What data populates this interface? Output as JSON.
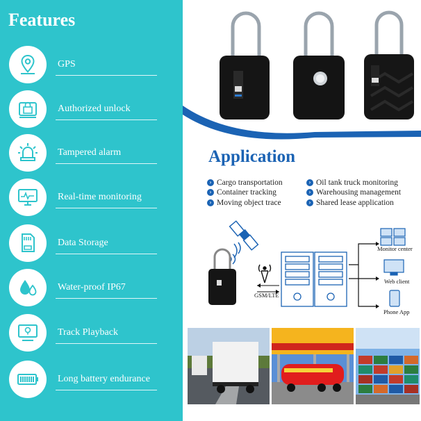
{
  "features": {
    "title": "Features",
    "items": [
      {
        "label": "GPS",
        "icon": "location-pin-icon"
      },
      {
        "label": "Authorized unlock",
        "icon": "padlock-icon"
      },
      {
        "label": "Tampered alarm",
        "icon": "alarm-light-icon"
      },
      {
        "label": "Real-time monitoring",
        "icon": "monitor-pulse-icon"
      },
      {
        "label": "Data Storage",
        "icon": "sd-card-icon"
      },
      {
        "label": "Water-proof IP67",
        "icon": "water-drops-icon"
      },
      {
        "label": "Track Playback",
        "icon": "map-screen-icon"
      },
      {
        "label": "Long battery endurance",
        "icon": "battery-icon"
      }
    ]
  },
  "application": {
    "title": "Application",
    "left_items": [
      "Cargo transportation",
      "Container tracking",
      "Moving object trace"
    ],
    "right_items": [
      "Oil tank truck monitoring",
      "Warehousing management",
      "Shared lease application"
    ]
  },
  "diagram": {
    "network_label": "GSM/LTE",
    "clients": [
      "Monitor center",
      "Web client",
      "Phone App"
    ]
  },
  "colors": {
    "teal": "#2ec4cc",
    "blue": "#1b63b4"
  }
}
